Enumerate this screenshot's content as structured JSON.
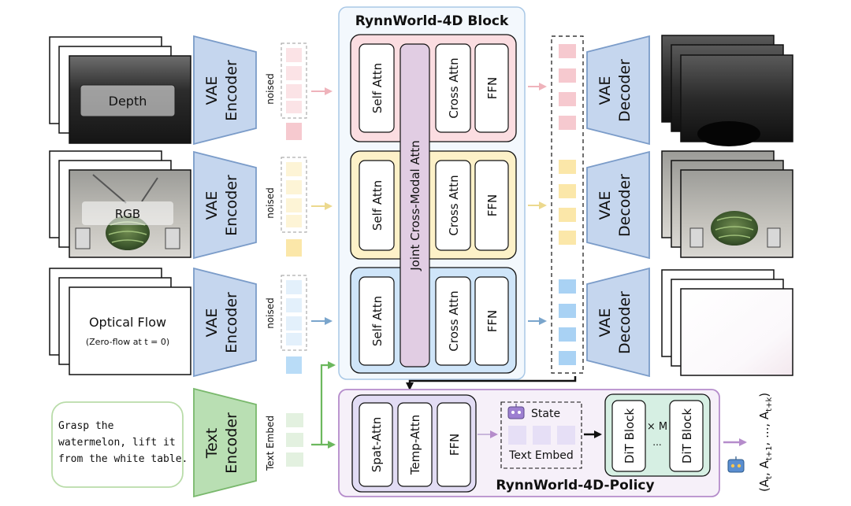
{
  "block_title": "RynnWorld-4D Block",
  "policy_title": "RynnWorld-4D-Policy",
  "inputs": {
    "depth_label": "Depth",
    "rgb_label": "RGB",
    "flow_label": "Optical Flow",
    "flow_note": "(Zero-flow at t = 0)"
  },
  "encoder_label": [
    "VAE",
    "Encoder"
  ],
  "decoder_label": [
    "VAE",
    "Decoder"
  ],
  "text_encoder_label": [
    "Text",
    "Encoder"
  ],
  "noised_label": "noised",
  "text_embed_label": "Text Embed",
  "prompt_lines": [
    "Grasp the",
    "watermelon, lift it",
    "from the white table."
  ],
  "block": {
    "self_attn": "Self Attn",
    "cross_attn": "Cross Attn",
    "ffn": "FFN",
    "joint_attn": "Joint Cross-Modal Attn"
  },
  "policy": {
    "spat_attn": "Spat-Attn",
    "temp_attn": "Temp-Attn",
    "ffn": "FFN",
    "state_label": "State",
    "text_embed_label": "Text Embed",
    "dit_block": "DiT Block",
    "repeat": "× M",
    "ellipsis": "...",
    "actions": [
      "(A",
      "t",
      ", A",
      "t+1",
      ", ..., A",
      "t+k",
      ")"
    ]
  },
  "colors": {
    "depth": "#f6c9cf",
    "rgb": "#fbe7a9",
    "flow": "#b9dcf7",
    "text": "#cfe7cf",
    "vae": "#c5d6ee",
    "text_enc": "#b9dfb3",
    "policy": "#eadcf2",
    "accent_green": "#6cb85e",
    "accent_purple": "#b58ccb"
  }
}
